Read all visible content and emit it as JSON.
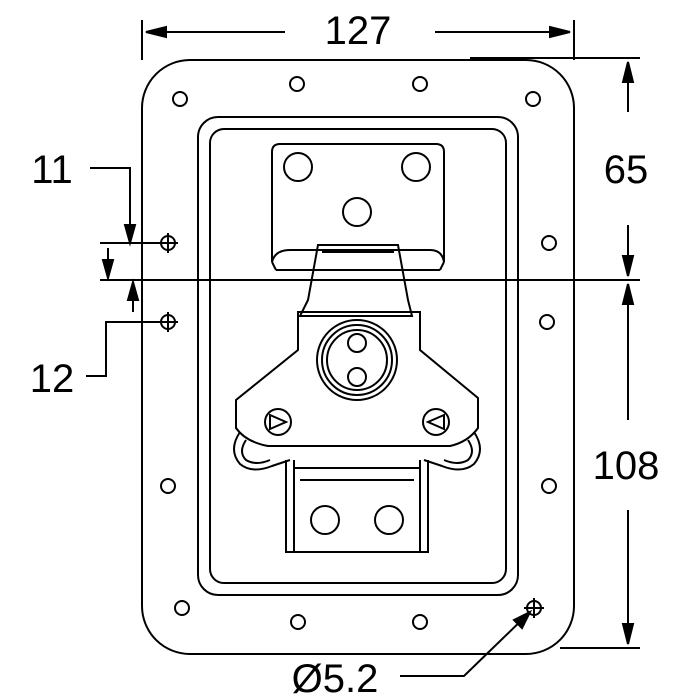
{
  "dimensions": {
    "width": "127",
    "upper_height": "65",
    "lower_height": "108",
    "left_upper_offset": "11",
    "left_lower_offset": "12",
    "hole_diameter": "Ø5.2"
  },
  "colors": {
    "line": "#000000",
    "background": "#ffffff"
  }
}
